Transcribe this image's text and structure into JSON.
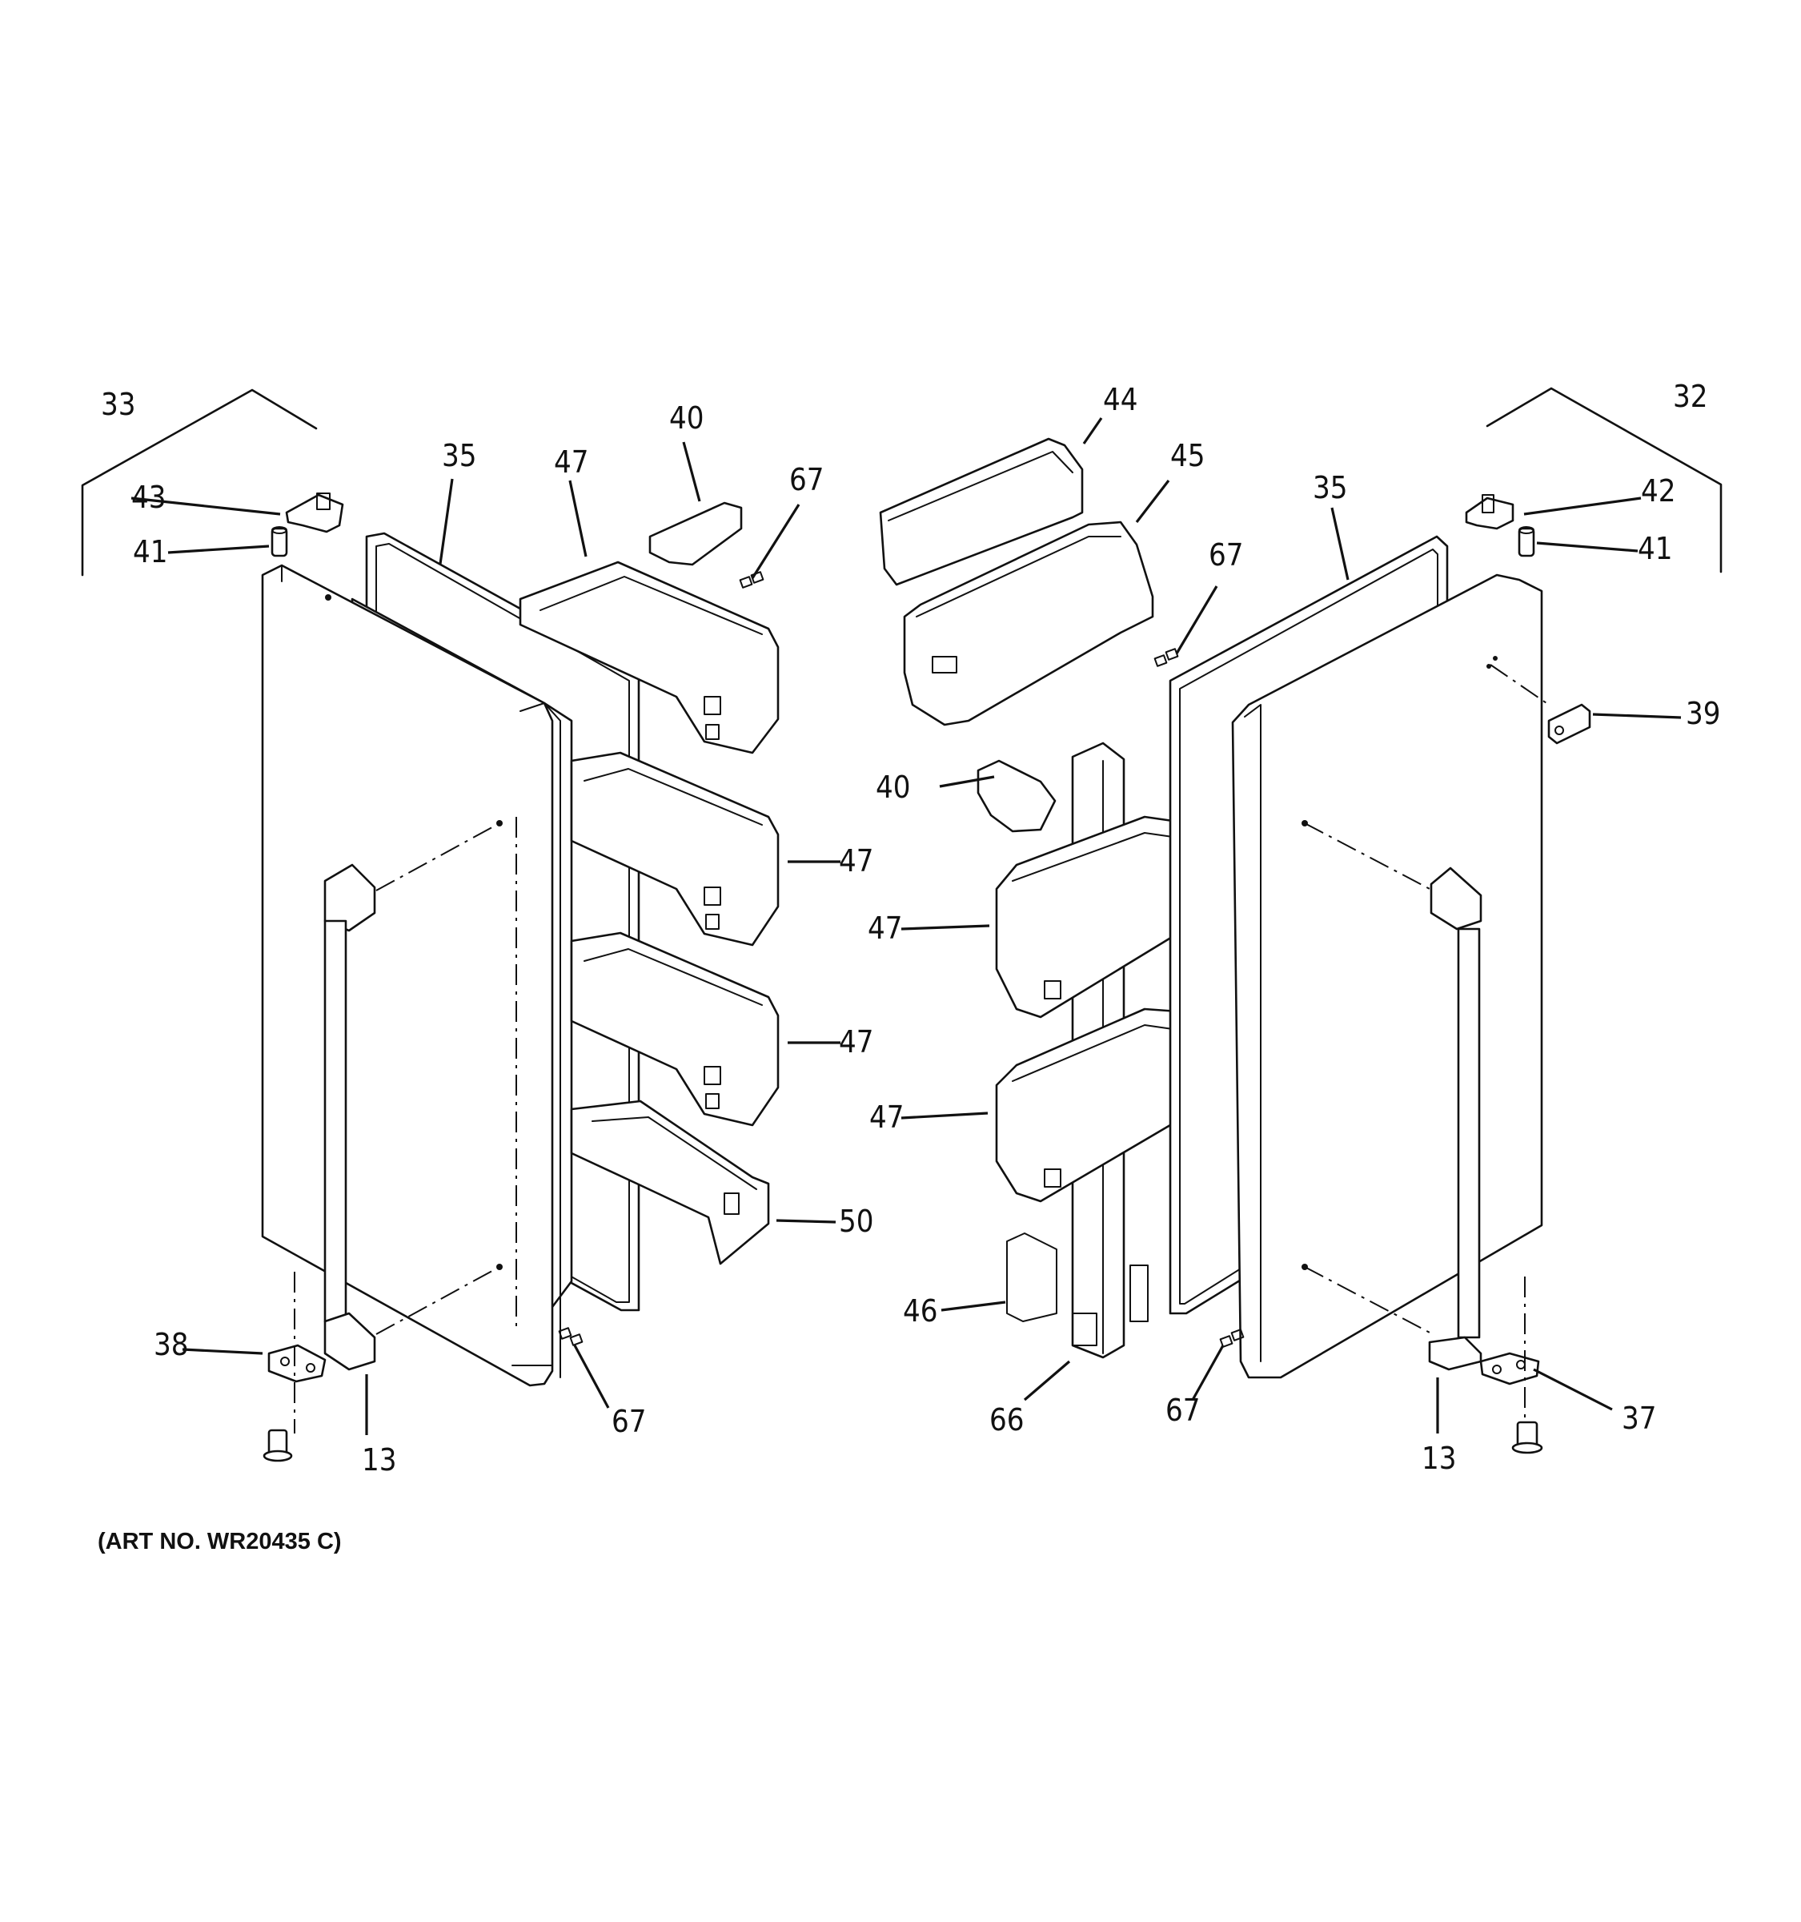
{
  "diagram": {
    "art_number": "(ART NO. WR20435 C)",
    "callouts": {
      "c33": "33",
      "c43": "43",
      "c41_left": "41",
      "c35_left": "35",
      "c47_top_left": "47",
      "c40_top": "40",
      "c67_top_left": "67",
      "c47_left_2": "47",
      "c47_left_3": "47",
      "c50": "50",
      "c38": "38",
      "c13_left": "13",
      "c67_bottom_left": "67",
      "c44": "44",
      "c45": "45",
      "c67_top_right": "67",
      "c40_right": "40",
      "c47_right_1": "47",
      "c47_right_2": "47",
      "c46": "46",
      "c66": "66",
      "c67_bottom_right": "67",
      "c35_right": "35",
      "c32": "32",
      "c42": "42",
      "c41_right": "41",
      "c39": "39",
      "c13_right": "13",
      "c37": "37"
    }
  }
}
